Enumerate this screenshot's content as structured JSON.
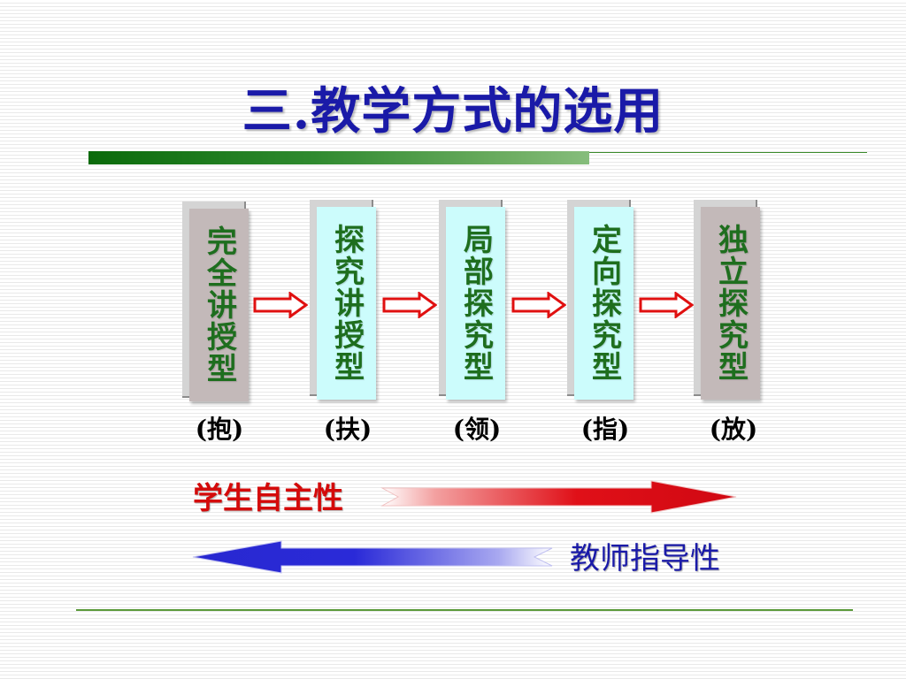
{
  "title": "三.教学方式的选用",
  "stages": [
    {
      "text": "完全讲授型",
      "label": "(抱)",
      "fill": "#c3b9b9"
    },
    {
      "text": "探究讲授型",
      "label": "(扶)",
      "fill": "#ccfcfc"
    },
    {
      "text": "局部探究型",
      "label": "(领)",
      "fill": "#ccfcfc"
    },
    {
      "text": "定向探究型",
      "label": "(指)",
      "fill": "#ccfcfc"
    },
    {
      "text": "独立探究型",
      "label": "(放)",
      "fill": "#c3b9b9"
    }
  ],
  "axes": {
    "student": {
      "label": "学生自主性",
      "color": "#e0101a"
    },
    "teacher": {
      "label": "教师指导性",
      "color": "#2a2ad8"
    }
  },
  "colors": {
    "title": "#1a1aa8",
    "stage_text": "#1e6e1e",
    "flow_arrow": "#e01010"
  }
}
